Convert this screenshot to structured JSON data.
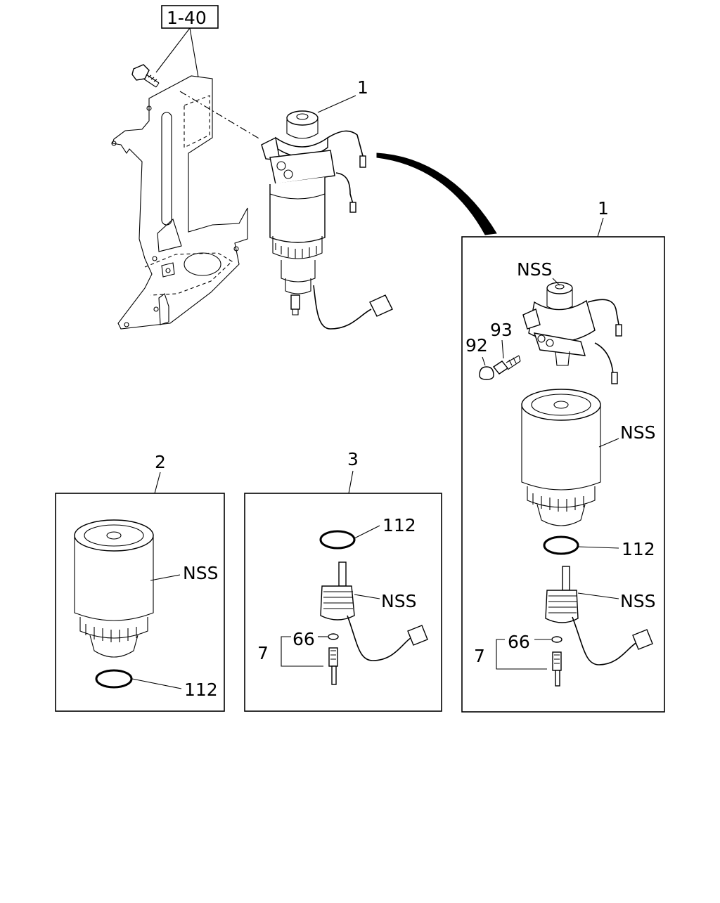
{
  "labels": {
    "ref_box": "1-40",
    "assembly_1": "1",
    "detail_1": "1",
    "detail_2": "2",
    "detail_3": "3",
    "nss": "NSS",
    "part_92": "92",
    "part_93": "93",
    "part_112": "112",
    "part_66": "66",
    "part_7": "7"
  }
}
